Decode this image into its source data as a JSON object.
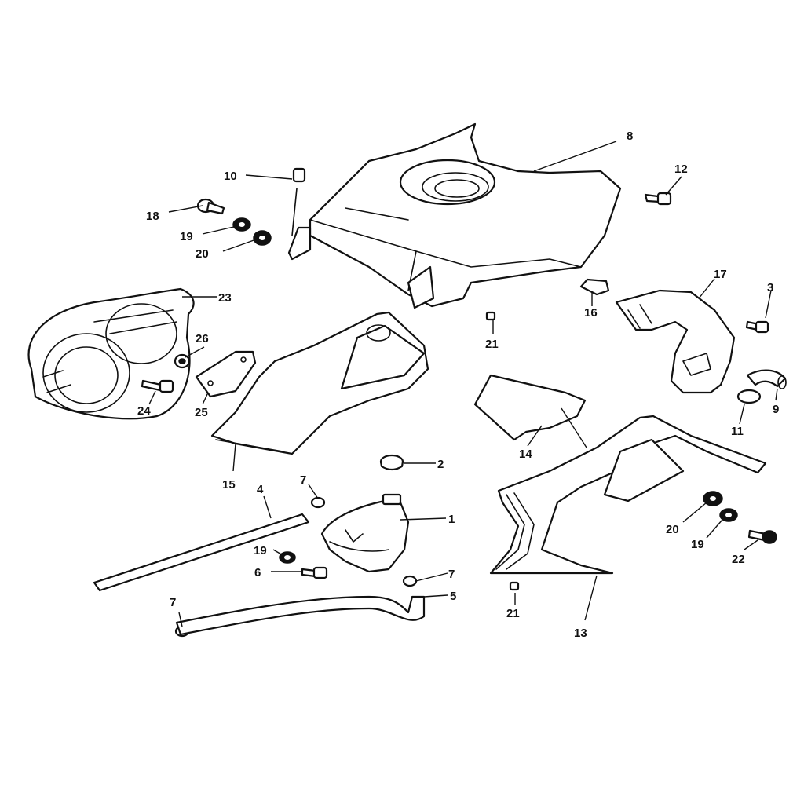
{
  "callouts": {
    "c1": "1",
    "c2": "2",
    "c3": "3",
    "c4": "4",
    "c5": "5",
    "c6": "6",
    "c7a": "7",
    "c7b": "7",
    "c7c": "7",
    "c8": "8",
    "c9": "9",
    "c10": "10",
    "c11": "11",
    "c12": "12",
    "c13": "13",
    "c14": "14",
    "c15": "15",
    "c16": "16",
    "c17": "17",
    "c18": "18",
    "c19a": "19",
    "c19b": "19",
    "c19c": "19",
    "c20a": "20",
    "c20b": "20",
    "c21a": "21",
    "c21b": "21",
    "c22": "22",
    "c23": "23",
    "c24": "24",
    "c25": "25",
    "c26": "26"
  },
  "colors": {
    "line": "#111111",
    "background": "#ffffff"
  }
}
